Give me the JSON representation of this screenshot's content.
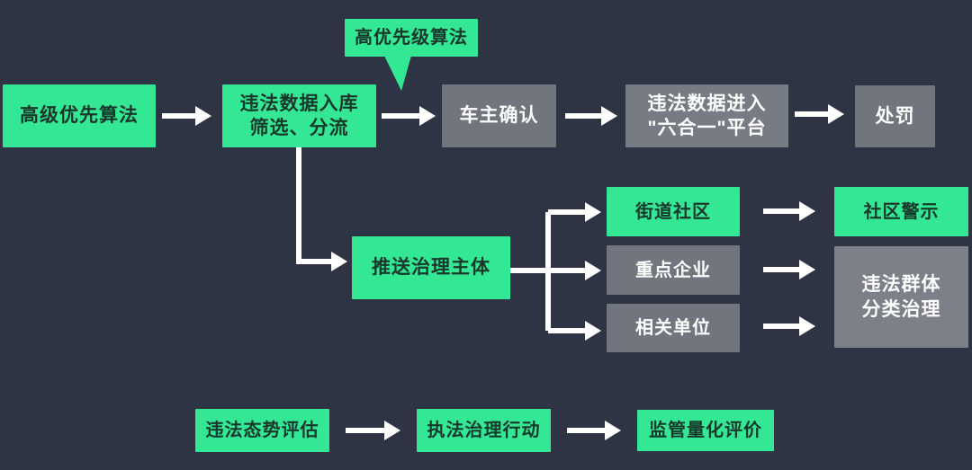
{
  "colors": {
    "background": "#2f3444",
    "green": "#34e794",
    "text_on_green": "#17382b",
    "gray_box": "#70757e",
    "gray_box_light": "#767b84",
    "gray_box_big": "#7b8089",
    "text_on_gray": "#ffffff",
    "arrow": "#ffffff"
  },
  "callout": {
    "label": "高优先级算法"
  },
  "nodes": {
    "priority_algorithm": "高级优先算法",
    "intake_line1": "违法数据入库",
    "intake_line2": "筛选、分流",
    "owner_confirm": "车主确认",
    "platform_line1": "违法数据进入",
    "platform_line2": "\"六合一\"平台",
    "punishment": "处罚",
    "push_subject": "推送治理主体",
    "street_community": "街道社区",
    "key_enterprise": "重点企业",
    "related_unit": "相关单位",
    "community_warning": "社区警示",
    "group_line1": "违法群体",
    "group_line2": "分类治理",
    "situation_assessment": "违法态势评估",
    "enforcement_action": "执法治理行动",
    "quantified_evaluation": "监管量化评价"
  }
}
